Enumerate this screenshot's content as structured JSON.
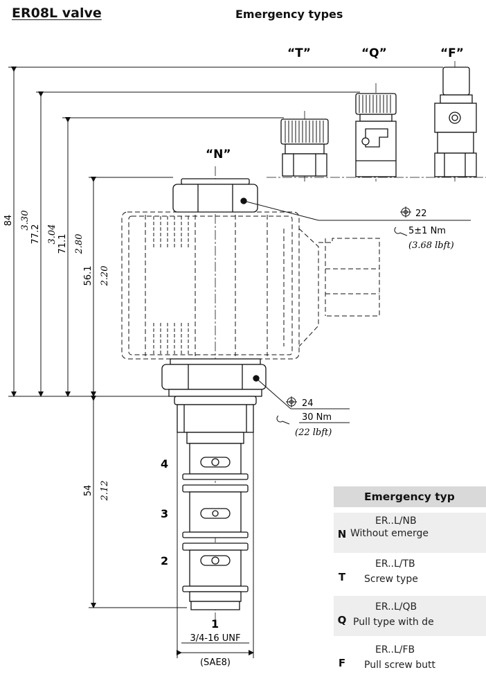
{
  "header": {
    "title": "ER08L valve",
    "subtitle": "Emergency types"
  },
  "variants": {
    "t": "“T”",
    "q": "“Q”",
    "f": "“F”",
    "n": "“N”"
  },
  "dimensions": {
    "d84": "84",
    "d330": "3.30",
    "d772": "77.2",
    "d304": "3.04",
    "d711": "71.1",
    "d280": "2.80",
    "d561": "56.1",
    "d220": "2.20",
    "d54": "54",
    "d212": "2.12"
  },
  "callouts": {
    "nut_top_size": "22",
    "nut_top_torque": "5±1 Nm",
    "nut_top_torque_imp": "(3.68 lbft)",
    "nut_bottom_size": "24",
    "nut_bottom_torque": "30 Nm",
    "nut_bottom_torque_imp": "(22 lbft)"
  },
  "ports": {
    "p1": "1",
    "p2": "2",
    "p3": "3",
    "p4": "4"
  },
  "thread": {
    "line1": "3/4-16 UNF",
    "line2": "(SAE8)"
  },
  "table": {
    "header": "Emergency typ",
    "rows": [
      {
        "code": "N",
        "model": "ER..L/NB",
        "desc": "Without emerge"
      },
      {
        "code": "T",
        "model": "ER..L/TB",
        "desc": "Screw type"
      },
      {
        "code": "Q",
        "model": "ER..L/QB",
        "desc": "Pull type with de"
      },
      {
        "code": "F",
        "model": "ER..L/FB",
        "desc": "Pull screw butt"
      }
    ]
  }
}
